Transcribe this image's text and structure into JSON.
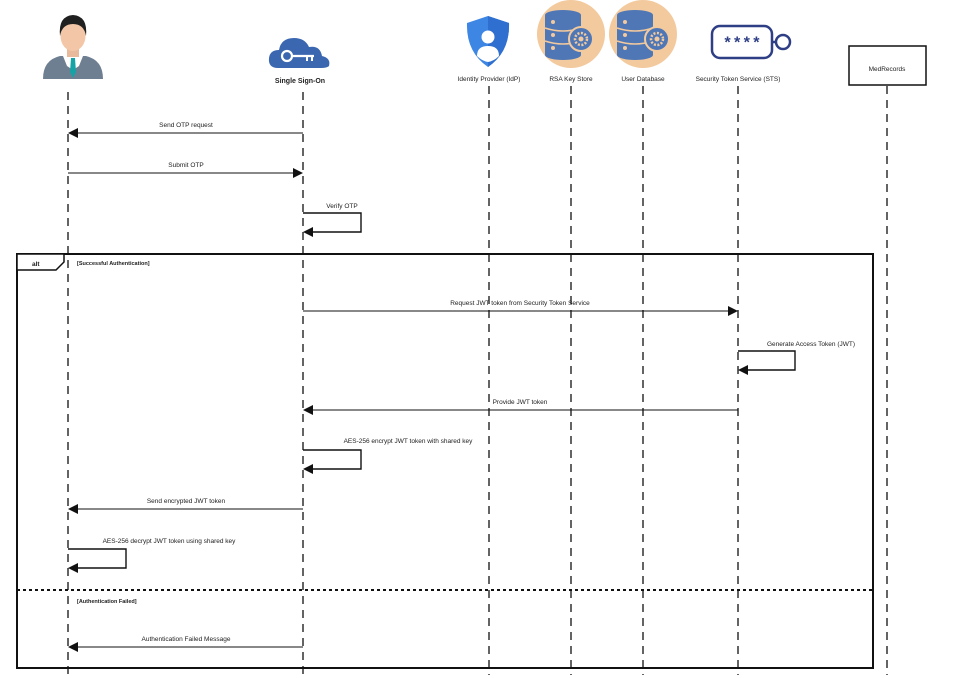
{
  "participants": [
    {
      "id": "user",
      "label": "",
      "icon": "user-avatar-icon"
    },
    {
      "id": "sso",
      "label": "Single Sign-On",
      "icon": "cloud-key-icon"
    },
    {
      "id": "idp",
      "label": "Identity Provider (IdP)",
      "icon": "shield-user-icon"
    },
    {
      "id": "rsa",
      "label": "RSA Key Store",
      "icon": "database-gear-icon"
    },
    {
      "id": "userdb",
      "label": "User Database",
      "icon": "database-gear-icon"
    },
    {
      "id": "sts",
      "label": "Security Token Service (STS)",
      "icon": "password-key-icon"
    },
    {
      "id": "med",
      "label": "MedRecords",
      "icon": ""
    }
  ],
  "sts_icon_text": "****",
  "messages": [
    {
      "label": "Send OTP request",
      "from": "sso",
      "to": "user"
    },
    {
      "label": "Submit OTP",
      "from": "user",
      "to": "sso"
    },
    {
      "label": "Verify OTP",
      "from": "sso",
      "to": "sso"
    },
    {
      "label": "Request JWT token from Security Token Service",
      "from": "sso",
      "to": "sts"
    },
    {
      "label": "Generate Access Token (JWT)",
      "from": "sts",
      "to": "sts"
    },
    {
      "label": "Provide JWT token",
      "from": "sts",
      "to": "sso"
    },
    {
      "label": "AES-256 encrypt JWT token with shared key",
      "from": "sso",
      "to": "sso"
    },
    {
      "label": "Send encrypted JWT token",
      "from": "sso",
      "to": "user"
    },
    {
      "label": "AES-256 decrypt JWT token using shared key",
      "from": "user",
      "to": "user"
    },
    {
      "label": "Authentication Failed Message",
      "from": "sso",
      "to": "user"
    }
  ],
  "fragment": {
    "operator": "alt",
    "guards": [
      "[Successful Authentication]",
      "[Authentication Failed]"
    ]
  },
  "colors": {
    "line": "#111111",
    "shield": "#3d86e4",
    "cloud": "#3b67b0",
    "db_bg": "#f3c99e",
    "db_body": "#4f77b5",
    "key_stroke": "#2e3f86"
  }
}
